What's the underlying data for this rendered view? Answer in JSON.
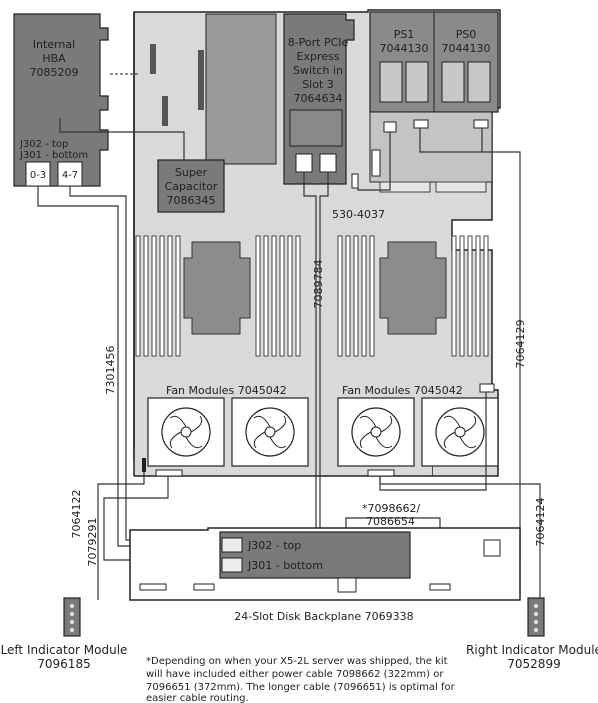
{
  "hba": {
    "title": "Internal",
    "line2": "HBA",
    "part": "7085209",
    "jtop": "J302 - top",
    "jbottom": "J301 - bottom",
    "port1": "0-3",
    "port2": "4-7"
  },
  "pcie_switch": {
    "line1": "8-Port PCIe",
    "line2": "Express",
    "line3": "Switch in",
    "line4": "Slot 3",
    "part": "7064634"
  },
  "ps1": {
    "name": "PS1",
    "part": "7044130"
  },
  "ps0": {
    "name": "PS0",
    "part": "7044130"
  },
  "supercap": {
    "line1": "Super",
    "line2": "Capacitor",
    "part": "7086345"
  },
  "fan_left": {
    "label": "Fan Modules 7045042"
  },
  "fan_right": {
    "label": "Fan Modules 7045042"
  },
  "cables": {
    "c530": "530-4037",
    "c7089784": "7089784",
    "c7301456": "7301456",
    "c7064129": "7064129",
    "c7064122": "7064122",
    "c7079291": "7079291",
    "c7064124": "7064124",
    "c7098662a": "*7098662/",
    "c7098662b": "7086654"
  },
  "backplane": {
    "jtop": "J302 - top",
    "jbottom": "J301 - bottom",
    "label": "24-Slot Disk Backplane 7069338"
  },
  "left_module": {
    "name": "Left Indicator Module",
    "part": "7096185"
  },
  "right_module": {
    "name": "Right Indicator Module",
    "part": "7052899"
  },
  "footnote": {
    "line1": "*Depending on when your X5-2L server was shipped, the kit",
    "line2": "will have included either power cable 7098662 (322mm) or",
    "line3": "7096651 (372mm). The longer cable (7096651) is optimal for",
    "line4": "easier cable routing."
  }
}
